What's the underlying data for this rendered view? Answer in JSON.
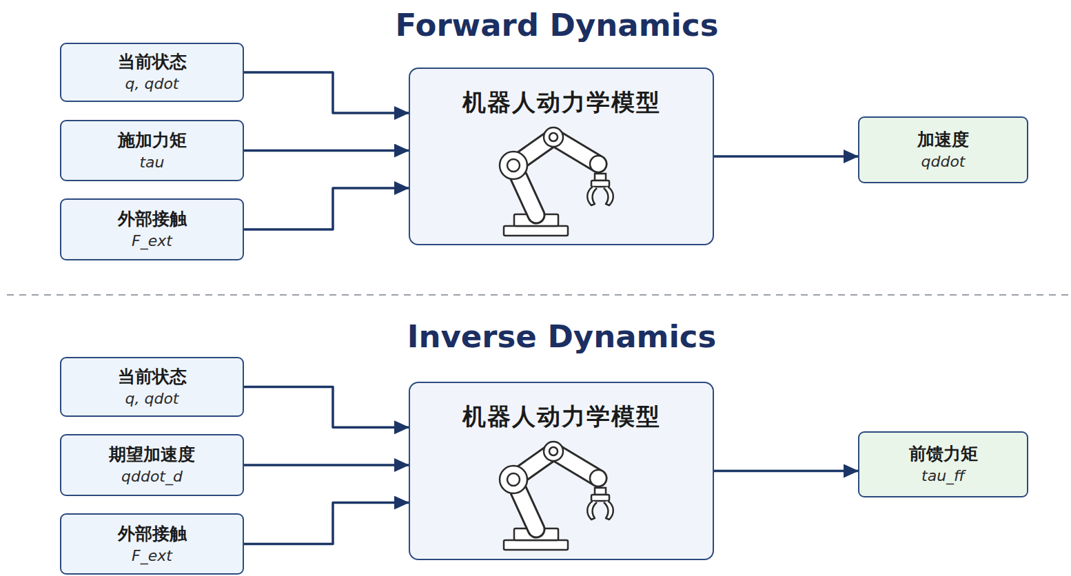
{
  "diagram": {
    "nodes": [
      {
        "text": [
          "当前状态",
          "q, qdot"
        ]
      },
      {
        "text": [
          "施加力矩",
          "tau"
        ]
      },
      {
        "text": [
          "外部接触",
          "F_ext"
        ]
      },
      {
        "text": [
          "机器人动力学模型"
        ]
      },
      {
        "text": [
          "加速度",
          "qddot"
        ]
      },
      {
        "text": [
          "当前状态",
          "q, qdot"
        ]
      },
      {
        "text": [
          "期望加速度",
          "qddot_d"
        ]
      },
      {
        "text": [
          "外部接触",
          "F_ext"
        ]
      },
      {
        "text": [
          "机器人动力学模型"
        ]
      },
      {
        "text": [
          "前馈力矩",
          "tau_ff"
        ]
      }
    ],
    "edges": [
      {
        "from": 0,
        "to": 3,
        "arrow": "to"
      },
      {
        "from": 1,
        "to": 3,
        "arrow": "to"
      },
      {
        "from": 2,
        "to": 3,
        "arrow": "to"
      },
      {
        "from": 3,
        "to": 4,
        "arrow": "to"
      },
      {
        "from": 5,
        "to": 8,
        "arrow": "to"
      },
      {
        "from": 6,
        "to": 8,
        "arrow": "to"
      },
      {
        "from": 7,
        "to": 8,
        "arrow": "to"
      },
      {
        "from": 8,
        "to": 9,
        "arrow": "to"
      }
    ],
    "labels": [
      "Forward Dynamics",
      "Inverse Dynamics"
    ]
  }
}
